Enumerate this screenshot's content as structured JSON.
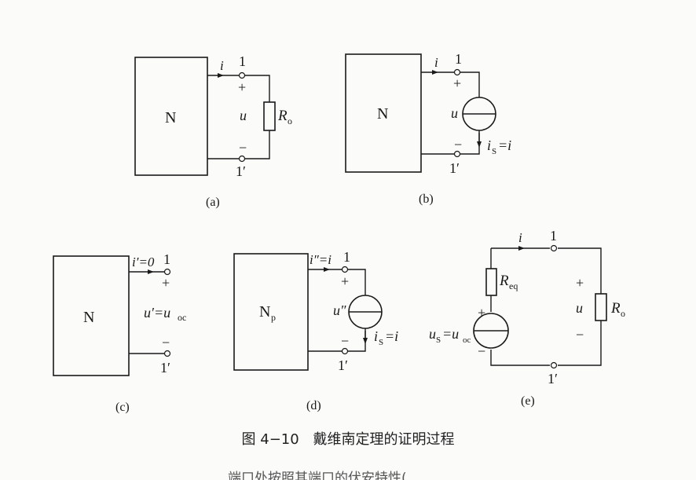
{
  "figure": {
    "a": {
      "sub_label": "(a)",
      "box": "N",
      "current": "i",
      "port_top": "1",
      "port_bottom": "1′",
      "plus": "+",
      "minus": "−",
      "voltage": "u",
      "resistor": "R",
      "resistor_sub": "o"
    },
    "b": {
      "sub_label": "(b)",
      "box": "N",
      "current": "i",
      "port_top": "1",
      "port_bottom": "1′",
      "plus": "+",
      "minus": "−",
      "voltage": "u",
      "source_i": "i",
      "source_sub": "S",
      "source_eq": "=i"
    },
    "c": {
      "sub_label": "(c)",
      "box": "N",
      "current": "i′=0",
      "port_top": "1",
      "port_bottom": "1′",
      "plus": "+",
      "minus": "−",
      "voltage": "u′=u",
      "voltage_sub": "oc"
    },
    "d": {
      "sub_label": "(d)",
      "box": "N",
      "box_sub": "p",
      "current": "i″=i",
      "port_top": "1",
      "port_bottom": "1′",
      "plus": "+",
      "minus": "−",
      "voltage": "u″",
      "source_i": "i",
      "source_sub": "S",
      "source_eq": "=i"
    },
    "e": {
      "sub_label": "(e)",
      "current": "i",
      "port_top": "1",
      "port_bottom": "1′",
      "req": "R",
      "req_sub": "eq",
      "plus": "+",
      "minus": "−",
      "voltage": "u",
      "resistor": "R",
      "resistor_sub": "o",
      "src_plus": "+",
      "src_minus": "−",
      "us": "u",
      "us_sub": "S",
      "us_eq": "=u",
      "us_eq_sub": "oc"
    }
  },
  "caption": {
    "number": "图 4−10",
    "title": "戴维南定理的证明过程"
  },
  "overflow_text": "端口处按照其端口的伏安特性("
}
